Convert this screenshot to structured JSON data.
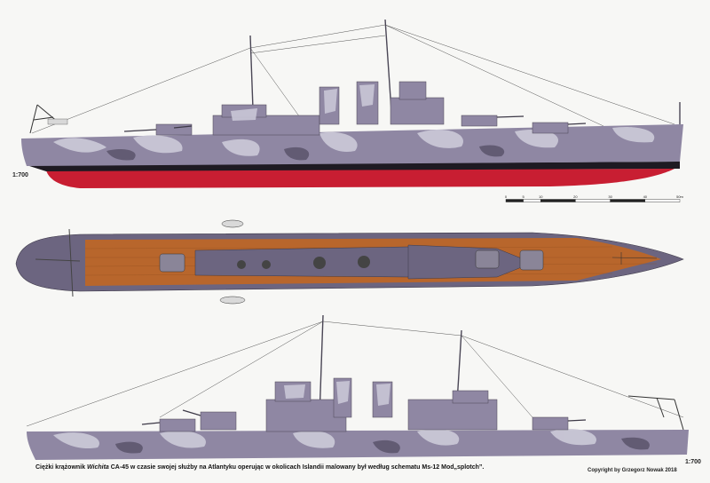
{
  "scale_top": "1:700",
  "scale_bottom": "1:700",
  "scale_bar": {
    "labels": [
      "0",
      "5",
      "10",
      "20",
      "30",
      "40",
      "50m"
    ],
    "values": [
      0,
      5,
      10,
      20,
      30,
      40,
      50
    ]
  },
  "caption": {
    "part1": "Ciężki krążownik ",
    "ship_name": "Wichita",
    "part2": " CA-45 w czasie swojej służby na Atlantyku operując w okolicach Islandii malowany był według schematu Ms-12 Mod„splotch”."
  },
  "copyright": "Copyright by Grzegorz Nowak 2018",
  "colors": {
    "hull_grey": "#8f87a3",
    "hull_dark": "#5d566e",
    "camo_light": "#c9c7d6",
    "red_hull": "#c81e32",
    "deck_wood": "#b8662c",
    "deck_grey": "#6c6580",
    "boot_black": "#1e1a22"
  }
}
